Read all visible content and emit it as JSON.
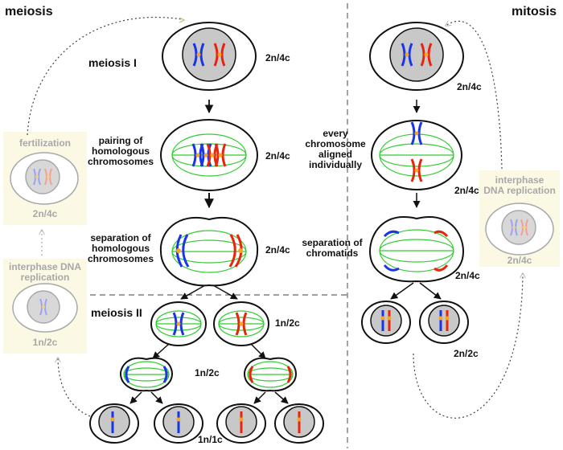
{
  "titles": {
    "meiosis": "meiosis",
    "mitosis": "mitosis",
    "meiosis_I": "meiosis I",
    "meiosis_II": "meiosis II"
  },
  "meiosis_labels": {
    "pairing": [
      "pairing of",
      "homologous",
      "chromosomes"
    ],
    "separation": [
      "separation of",
      "homologous",
      "chromosomes"
    ]
  },
  "mitosis_labels": {
    "aligned": [
      "every",
      "chromosome",
      "aligned",
      "individually"
    ],
    "separation": [
      "separation of",
      "chromatids"
    ]
  },
  "side_boxes": {
    "fertilization": "fertilization",
    "fertilization_ploidy": "2n/4c",
    "interphase_left": [
      "interphase DNA",
      "replication"
    ],
    "interphase_left_ploidy": "1n/2c",
    "interphase_right": [
      "interphase",
      "DNA replication"
    ],
    "interphase_right_ploidy": "2n/4c"
  },
  "ploidy": {
    "m1_cell": "2n/4c",
    "m1_pairing": "2n/4c",
    "m1_separation": "2n/4c",
    "m2_cell": "1n/2c",
    "m2_separation": "1n/2c",
    "m2_final": "1n/1c",
    "mit_cell": "2n/4c",
    "mit_aligned": "2n/4c",
    "mit_separation": "2n/4c",
    "mit_final": "2n/2c"
  },
  "colors": {
    "blue": "#1a35e8",
    "red": "#e8240e",
    "centromere": "#f5a623",
    "spindle": "#33cc33",
    "nucleus": "#c8c8c8",
    "box": "#fbf8e4",
    "faded": "#a8a8a8"
  }
}
